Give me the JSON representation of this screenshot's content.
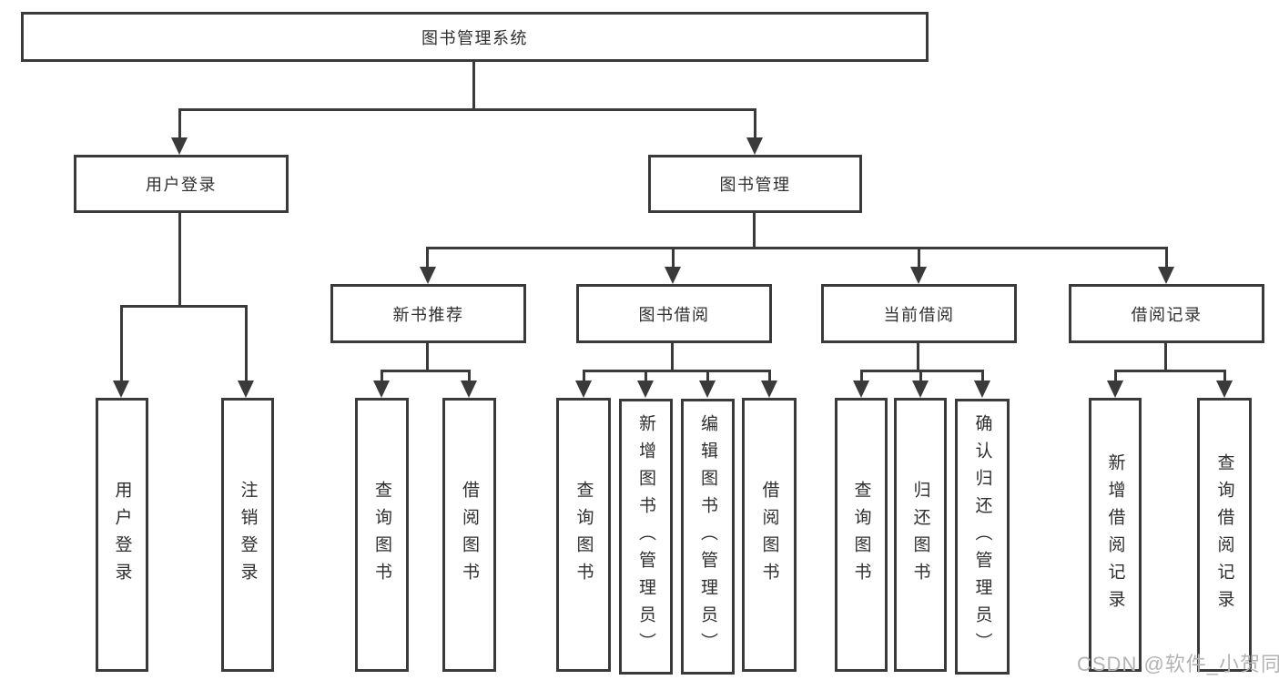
{
  "tree": {
    "label": "图书管理系统",
    "children": [
      {
        "label": "用户登录",
        "children": [
          {
            "label": "用户登录"
          },
          {
            "label": "注销登录"
          }
        ]
      },
      {
        "label": "图书管理",
        "children": [
          {
            "label": "新书推荐",
            "children": [
              {
                "label": "查询图书"
              },
              {
                "label": "借阅图书"
              }
            ]
          },
          {
            "label": "图书借阅",
            "children": [
              {
                "label": "查询图书"
              },
              {
                "label": "新增图书（管理员）"
              },
              {
                "label": "编辑图书（管理员）"
              },
              {
                "label": "借阅图书"
              }
            ]
          },
          {
            "label": "当前借阅",
            "children": [
              {
                "label": "查询图书"
              },
              {
                "label": "归还图书"
              },
              {
                "label": "确认归还（管理员）"
              }
            ]
          },
          {
            "label": "借阅记录",
            "children": [
              {
                "label": "新增借阅记录"
              },
              {
                "label": "查询借阅记录"
              }
            ]
          }
        ]
      }
    ]
  },
  "watermark": {
    "text": "CSDN @软件_小贺同学"
  },
  "colors": {
    "line": "#3a3a3a",
    "box_border": "#3a3a3a",
    "text": "#2f2f2f",
    "watermark": "#b3b3b3",
    "background": "#ffffff"
  }
}
